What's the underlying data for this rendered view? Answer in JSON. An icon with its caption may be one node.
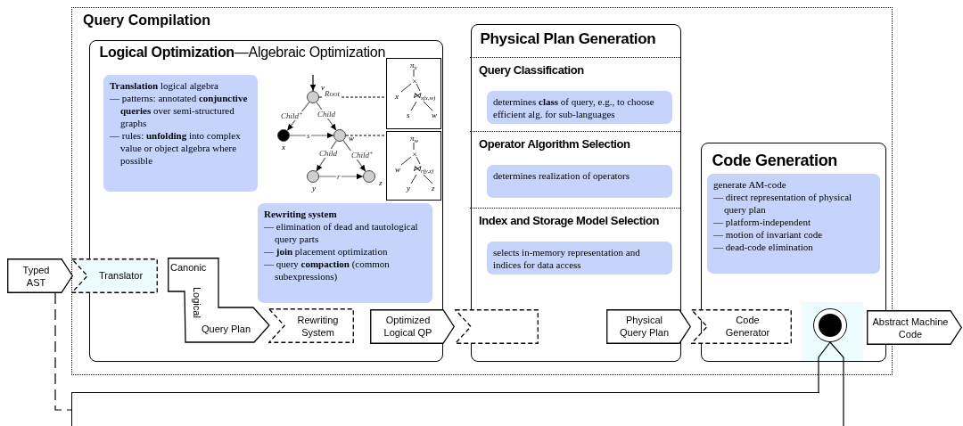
{
  "diagram": {
    "nodes": [
      {
        "text": [
          "Query Compilation"
        ]
      },
      {
        "text": [
          "**Logical Optimization**—Algebraic Optimization"
        ],
        "in": 0
      },
      {
        "text": [
          "**Translation** logical algebra",
          "— patterns: annotated **conjunctive queries** over semi-structured graphs",
          "— rules: **unfolding** into complex value or object algebra where possible"
        ],
        "in": 1
      },
      {
        "text": [],
        "shape": "circle",
        "in": 1,
        "beside": [
          "v"
        ]
      },
      {
        "text": [],
        "shape": "circle",
        "in": 1,
        "beside": [
          "x"
        ]
      },
      {
        "text": [],
        "shape": "circle",
        "in": 1,
        "beside": [
          "w"
        ]
      },
      {
        "text": [],
        "shape": "circle",
        "in": 1,
        "beside": [
          "y"
        ]
      },
      {
        "text": [],
        "shape": "circle",
        "in": 1,
        "beside": [
          "z"
        ]
      },
      {
        "text": [
          "π$_{x}$",
          "×",
          "x",
          "⋈$_{s(x,w)}$",
          "s",
          "w"
        ],
        "in": 1
      },
      {
        "text": [
          "π$_{w}$",
          "×",
          "w",
          "⋈$_{r(y,z)}$",
          "y",
          "z"
        ],
        "in": 1
      },
      {
        "text": [
          "Rewriting system",
          "— elimination of dead and tautological query parts",
          "— **join** placement optimization",
          "— query **compaction** (common subexpressions)"
        ],
        "in": 1
      },
      {
        "text": [
          "Physical Plan Generation"
        ],
        "in": 0
      },
      {
        "text": [
          "Query Classification"
        ],
        "in": 11
      },
      {
        "text": [
          "determines **class** of query, e.g., to choose efficient alg. for sub-languages"
        ],
        "in": 12
      },
      {
        "text": [
          "Operator Algorithm Selection"
        ],
        "in": 11
      },
      {
        "text": [
          "determines realization of operators"
        ],
        "in": 14
      },
      {
        "text": [
          "Index and Storage Model Selection"
        ],
        "in": 11
      },
      {
        "text": [
          "selects in-memory representation and indices for data access"
        ],
        "in": 16
      },
      {
        "text": [
          "Code Generation"
        ],
        "in": 0
      },
      {
        "text": [
          "generate AM-code",
          "— direct representation of physical query plan",
          "— platform-independent",
          "— motion of invariant code",
          "— dead-code elimination"
        ],
        "in": 18
      },
      {
        "text": [
          "Typed AST"
        ]
      },
      {
        "text": [
          "Translator"
        ],
        "in": 0
      },
      {
        "text": [
          "Canonic",
          "Logical",
          "Query Plan"
        ],
        "in": 1
      },
      {
        "text": [
          "Rewriting System"
        ],
        "in": 1
      },
      {
        "text": [
          "Optimized Logical QP"
        ],
        "in": 0
      },
      {
        "text": [],
        "shape": "chevron",
        "in": 0
      },
      {
        "text": [
          "Physical Query Plan"
        ],
        "in": 0
      },
      {
        "text": [
          "Code Generator"
        ],
        "in": 0
      },
      {
        "text": [],
        "shape": "circle",
        "in": 18
      },
      {
        "text": [
          "Abstract Machine Code"
        ]
      },
      {
        "text": [],
        "shape": "box"
      }
    ],
    "edges": [
      {
        "from": null,
        "to": 3,
        "arrow": "to",
        "color": "#000000"
      },
      {
        "from": 3,
        "to": 4,
        "arrow": "to",
        "label": "Child$^{+}$"
      },
      {
        "from": 3,
        "to": 5,
        "arrow": "to",
        "label": "Child"
      },
      {
        "from": 4,
        "to": 5,
        "arrow": "to",
        "label": "s"
      },
      {
        "from": 5,
        "to": 6,
        "arrow": "to",
        "label": "Child"
      },
      {
        "from": 5,
        "to": 7,
        "arrow": "to",
        "label": "Child$^{+}$"
      },
      {
        "from": 6,
        "to": 7,
        "arrow": "to",
        "label": "r"
      },
      {
        "from": 3,
        "to": 8,
        "arrow": "none",
        "label": "Root",
        "style": "dashed",
        "color": "#000000"
      },
      {
        "from": 5,
        "to": 9,
        "arrow": "none",
        "style": "dashed",
        "color": "#000000"
      },
      {
        "from": 28,
        "to": 30,
        "arrow": "none",
        "color": "#000000"
      },
      {
        "from": 20,
        "to": 30,
        "arrow": "none",
        "style": "dashed",
        "color": "#000000"
      }
    ]
  }
}
